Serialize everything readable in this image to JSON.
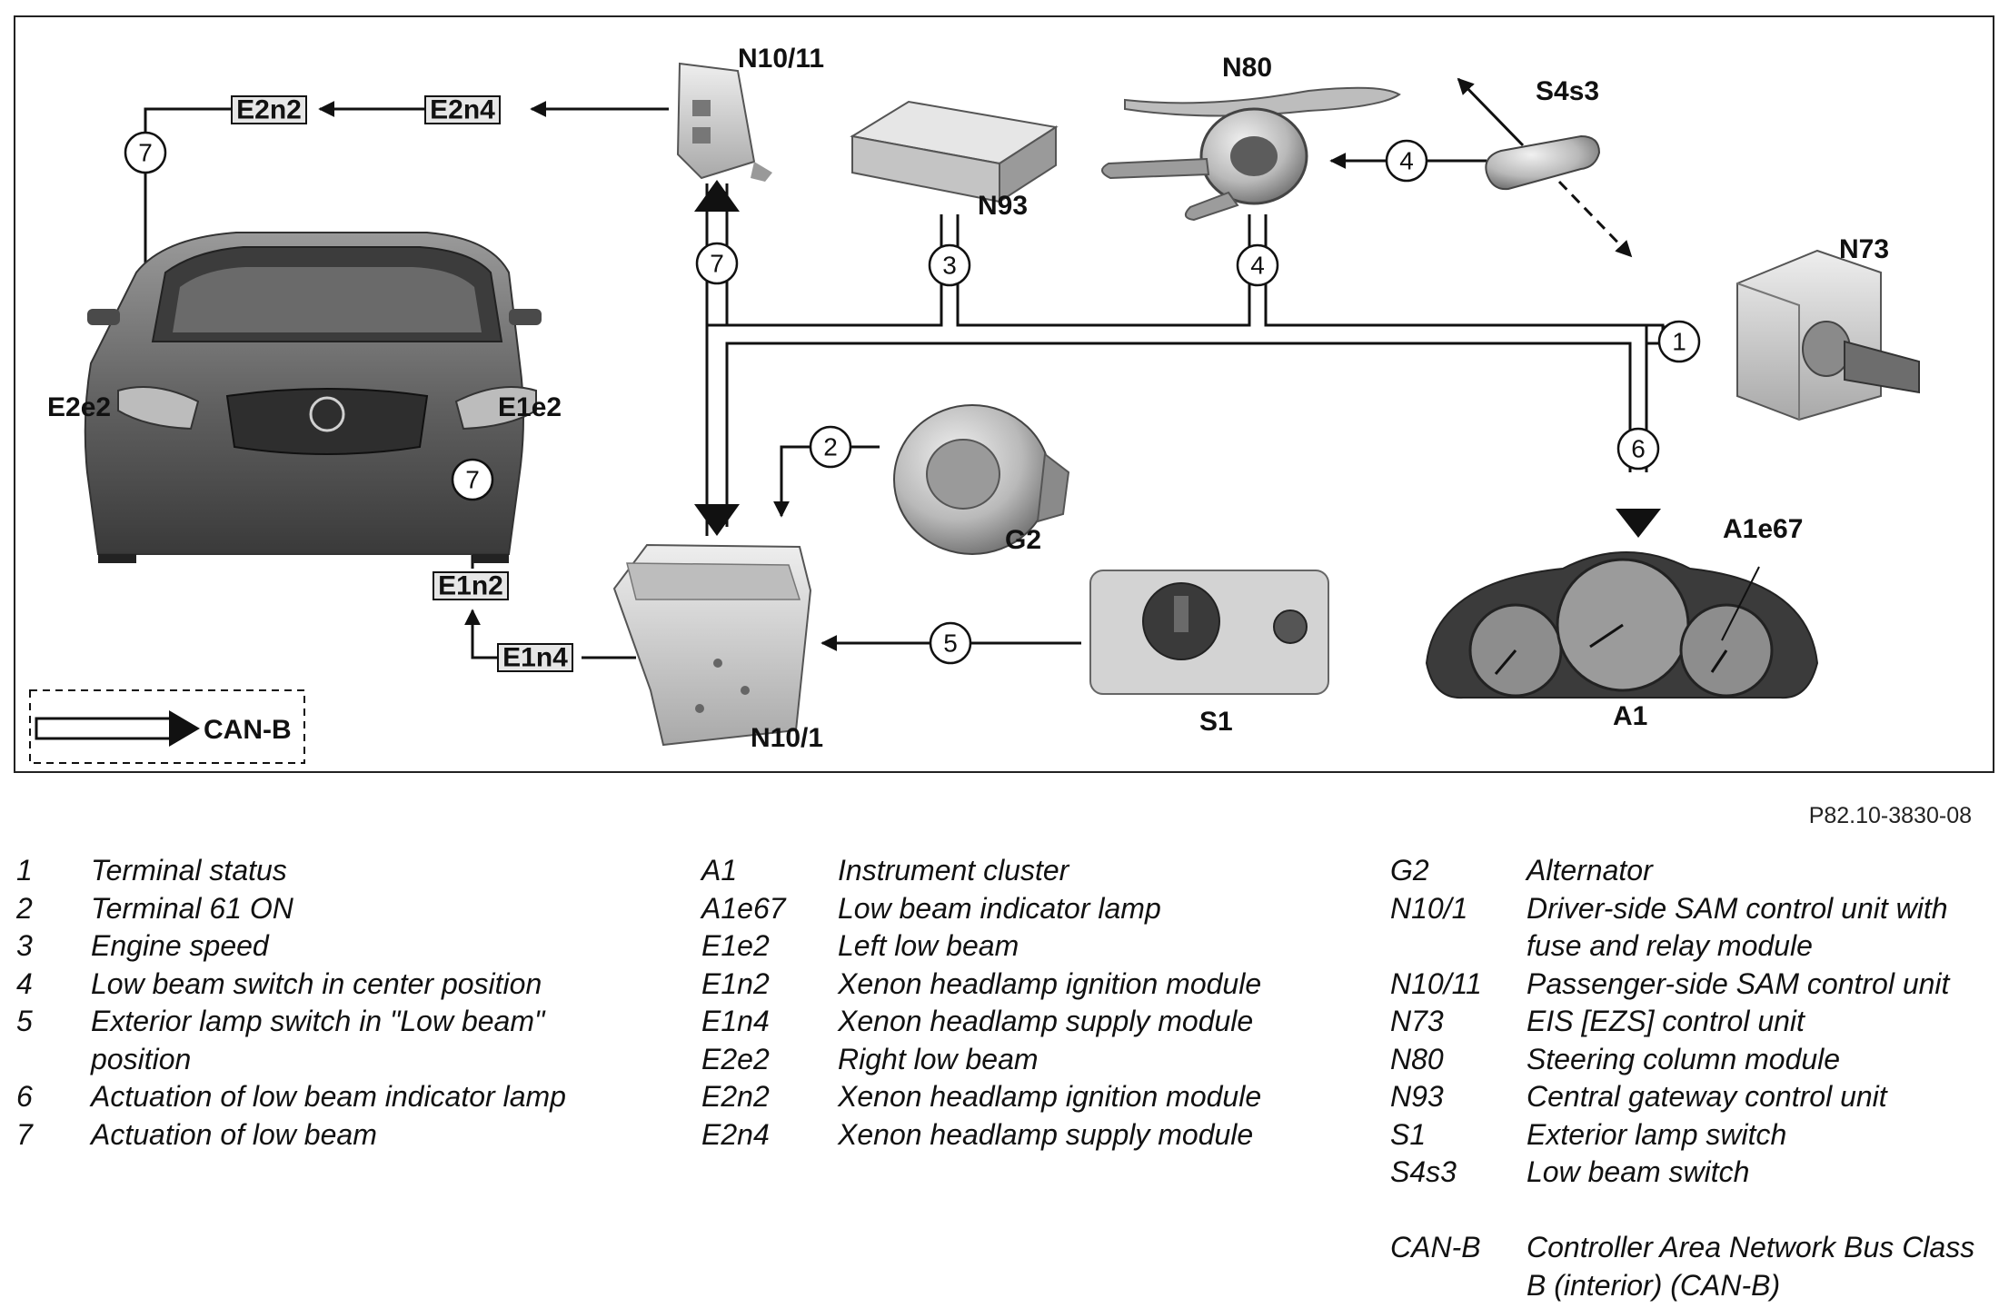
{
  "components": {
    "n10_11": "N10/11",
    "n80": "N80",
    "s4s3": "S4s3",
    "n93": "N93",
    "n73": "N73",
    "e2e2": "E2e2",
    "e1e2": "E1e2",
    "g2": "G2",
    "a1e67": "A1e67",
    "n10_1": "N10/1",
    "s1": "S1",
    "a1": "A1"
  },
  "modules": {
    "e2n2": "E2n2",
    "e2n4": "E2n4",
    "e1n2": "E1n2",
    "e1n4": "E1n4"
  },
  "signals": {
    "s1": "1",
    "s2": "2",
    "s3": "3",
    "s4": "4",
    "s5": "5",
    "s6": "6",
    "s7": "7"
  },
  "key_label": "CAN-B",
  "figure_ref": "P82.10-3830-08",
  "legend": {
    "col1": [
      {
        "code": "1",
        "desc": "Terminal status"
      },
      {
        "code": "2",
        "desc": "Terminal 61 ON"
      },
      {
        "code": "3",
        "desc": "Engine speed"
      },
      {
        "code": "4",
        "desc": "Low beam switch in center position"
      },
      {
        "code": "5",
        "desc": "Exterior lamp switch in \"Low beam\" position"
      },
      {
        "code": "6",
        "desc": "Actuation of low beam indicator lamp"
      },
      {
        "code": "7",
        "desc": "Actuation of low beam"
      }
    ],
    "col2": [
      {
        "code": "A1",
        "desc": "Instrument cluster"
      },
      {
        "code": "A1e67",
        "desc": "Low beam indicator lamp"
      },
      {
        "code": "E1e2",
        "desc": "Left low beam"
      },
      {
        "code": "E1n2",
        "desc": "Xenon headlamp ignition module"
      },
      {
        "code": "E1n4",
        "desc": "Xenon headlamp supply module"
      },
      {
        "code": "E2e2",
        "desc": "Right low beam"
      },
      {
        "code": "E2n2",
        "desc": "Xenon headlamp ignition module"
      },
      {
        "code": "E2n4",
        "desc": "Xenon headlamp supply module"
      }
    ],
    "col3": [
      {
        "code": "G2",
        "desc": "Alternator"
      },
      {
        "code": "N10/1",
        "desc": "Driver-side SAM control unit with fuse and relay module"
      },
      {
        "code": "N10/11",
        "desc": "Passenger-side SAM control unit"
      },
      {
        "code": "N73",
        "desc": "EIS [EZS] control unit"
      },
      {
        "code": "N80",
        "desc": "Steering column module"
      },
      {
        "code": "N93",
        "desc": "Central gateway control unit"
      },
      {
        "code": "S1",
        "desc": "Exterior lamp switch"
      },
      {
        "code": "S4s3",
        "desc": "Low beam switch"
      }
    ],
    "col3_extra": {
      "code": "CAN-B",
      "desc": "Controller Area Network Bus Class B (interior) (CAN-B)"
    }
  }
}
